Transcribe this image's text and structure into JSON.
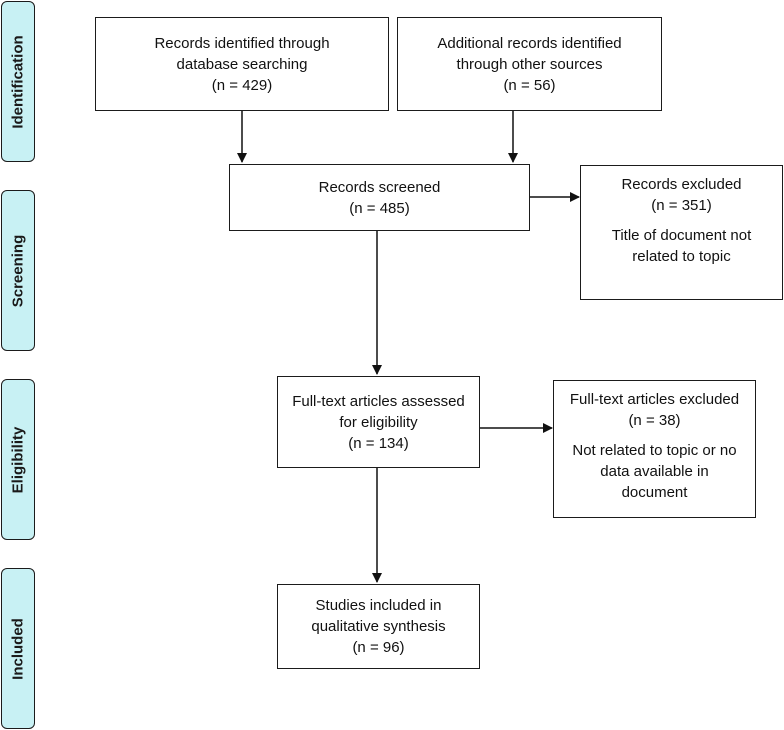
{
  "phases": {
    "identification": "Identification",
    "screening": "Screening",
    "eligibility": "Eligibility",
    "included": "Included"
  },
  "boxes": {
    "database_records": {
      "line1": "Records identified through",
      "line2": "database searching",
      "count": "(n = 429)"
    },
    "other_records": {
      "line1": "Additional records identified",
      "line2": "through other sources",
      "count": "(n = 56)"
    },
    "records_screened": {
      "line1": "Records screened",
      "count": "(n = 485)"
    },
    "records_excluded": {
      "line1": "Records excluded",
      "count": "(n = 351)",
      "reason1": "Title of document not",
      "reason2": "related to topic"
    },
    "fulltext_assessed": {
      "line1": "Full-text articles assessed",
      "line2": "for eligibility",
      "count": "(n = 134)"
    },
    "fulltext_excluded": {
      "line1": "Full-text articles excluded",
      "count": "(n = 38)",
      "reason1": "Not related to topic or no",
      "reason2": "data available in",
      "reason3": "document"
    },
    "studies_included": {
      "line1": "Studies included in",
      "line2": "qualitative synthesis",
      "count": "(n = 96)"
    }
  },
  "colors": {
    "phase_fill": "#c8f1f4",
    "border": "#1b1b1b"
  }
}
